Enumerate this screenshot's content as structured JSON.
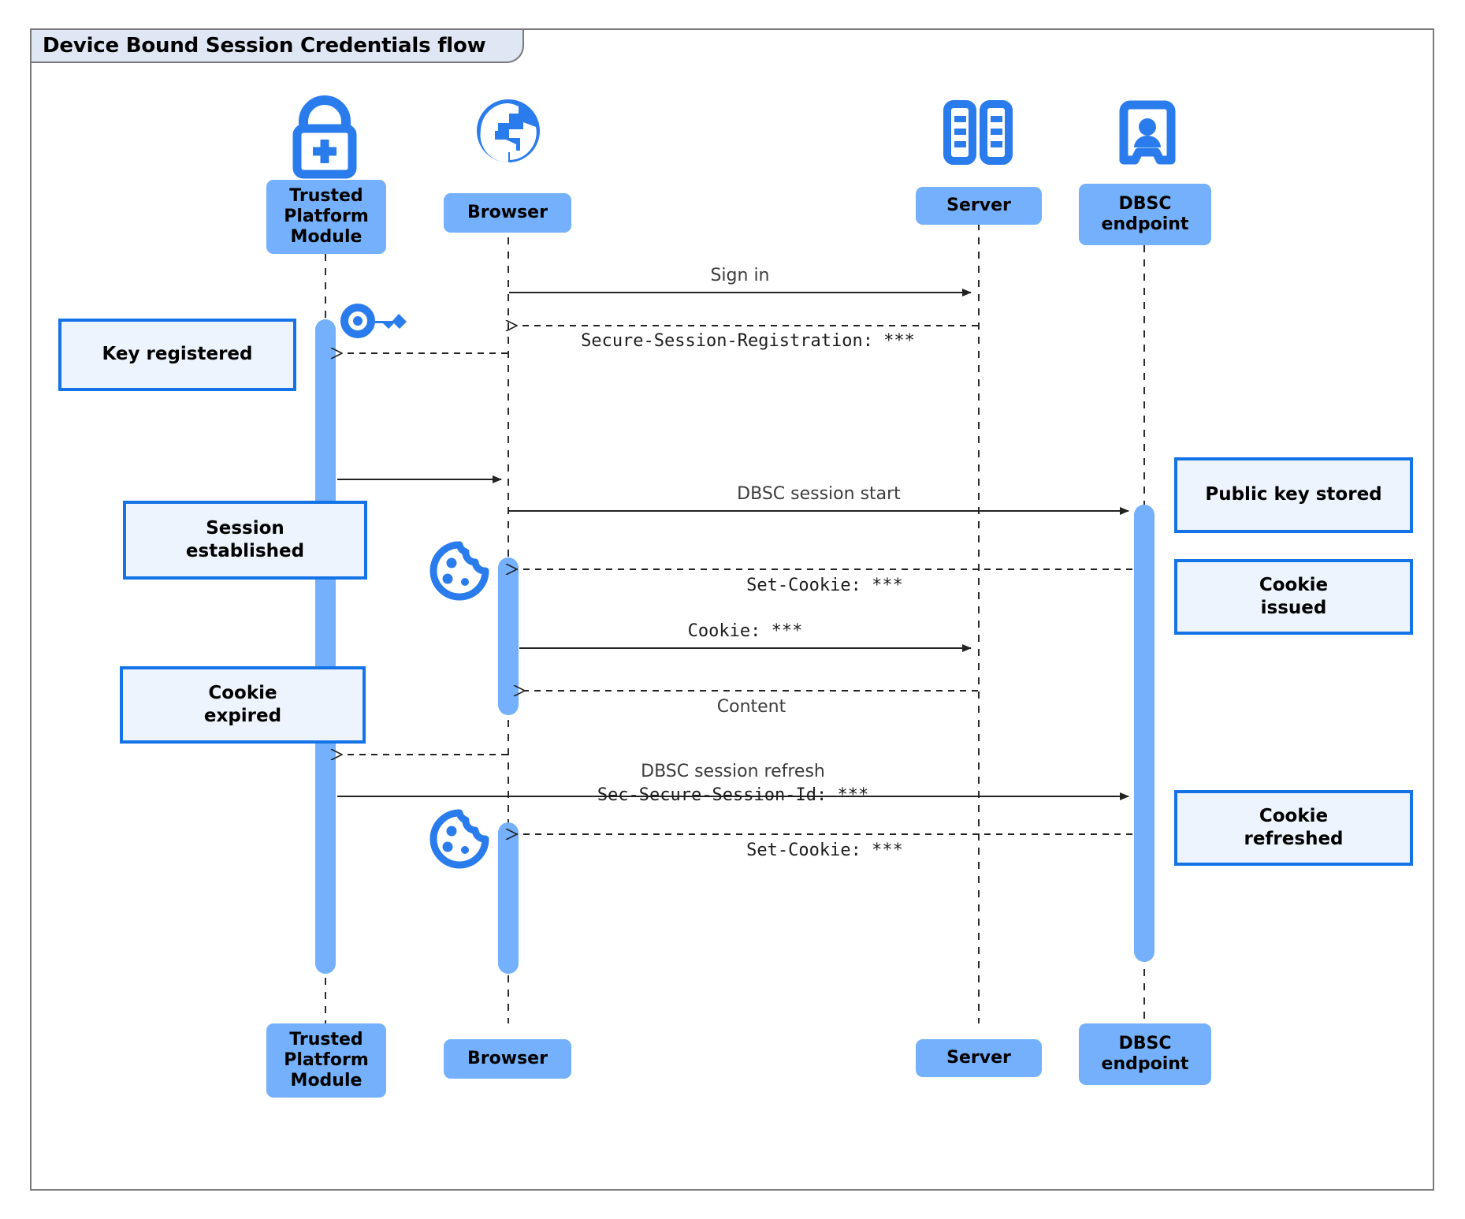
{
  "diagram": {
    "title": "Device Bound Session Credentials flow",
    "type": "uml-sequence-diagram",
    "colors": {
      "participant_fill": "#74b0fb",
      "note_fill": "#eef4fd",
      "note_border": "#1473e6",
      "icon_blue": "#2a7ced",
      "activation_fill": "#74b0fb",
      "frame_border": "#7a7a7a",
      "title_fill": "#dfe7f5"
    }
  },
  "participants": [
    {
      "id": "tpm",
      "label": "Trusted\nPlatform\nModule",
      "icon": "padlock-plus-icon"
    },
    {
      "id": "browser",
      "label": "Browser",
      "icon": "globe-icon"
    },
    {
      "id": "server",
      "label": "Server",
      "icon": "server-rack-icon"
    },
    {
      "id": "dbsc",
      "label": "DBSC\nendpoint",
      "icon": "id-badge-icon"
    }
  ],
  "messages": [
    {
      "id": "m1",
      "from": "browser",
      "to": "server",
      "style": "solid",
      "text": "Sign in",
      "font": "sans"
    },
    {
      "id": "m2",
      "from": "server",
      "to": "browser",
      "style": "dashed",
      "text": "Secure-Session-Registration: ***",
      "font": "mono"
    },
    {
      "id": "m3",
      "from": "browser",
      "to": "tpm",
      "style": "dashed",
      "text": "",
      "font": "sans"
    },
    {
      "id": "m4",
      "from": "tpm",
      "to": "browser",
      "style": "solid",
      "text": "",
      "font": "sans"
    },
    {
      "id": "m5",
      "from": "browser",
      "to": "dbsc",
      "style": "solid",
      "text": "DBSC session start",
      "font": "sans"
    },
    {
      "id": "m6",
      "from": "dbsc",
      "to": "browser",
      "style": "dashed",
      "text": "Set-Cookie: ***",
      "font": "mono"
    },
    {
      "id": "m7",
      "from": "browser",
      "to": "server",
      "style": "solid",
      "text": "Cookie: ***",
      "font": "mono"
    },
    {
      "id": "m8",
      "from": "server",
      "to": "browser",
      "style": "dashed",
      "text": "Content",
      "font": "sans"
    },
    {
      "id": "m9",
      "from": "browser",
      "to": "tpm",
      "style": "dashed",
      "text": "",
      "font": "sans"
    },
    {
      "id": "m10",
      "from": "tpm",
      "to": "dbsc",
      "style": "solid",
      "text": "DBSC session refresh",
      "text2": "Sec-Secure-Session-Id: ***",
      "font": "sans"
    },
    {
      "id": "m11",
      "from": "dbsc",
      "to": "browser",
      "style": "dashed",
      "text": "Set-Cookie: ***",
      "font": "mono"
    }
  ],
  "notes": [
    {
      "id": "n1",
      "text": "Key registered",
      "side": "left",
      "target": "tpm"
    },
    {
      "id": "n2",
      "text": "Session\nestablished",
      "side": "left",
      "target": "tpm"
    },
    {
      "id": "n3",
      "text": "Cookie\nexpired",
      "side": "left",
      "target": "tpm"
    },
    {
      "id": "n4",
      "text": "Public key stored",
      "side": "right",
      "target": "dbsc"
    },
    {
      "id": "n5",
      "text": "Cookie\nissued",
      "side": "right",
      "target": "dbsc"
    },
    {
      "id": "n6",
      "text": "Cookie\nrefreshed",
      "side": "right",
      "target": "dbsc"
    }
  ],
  "inline_icons": [
    {
      "id": "i1",
      "name": "key-icon",
      "near": "tpm"
    },
    {
      "id": "i2",
      "name": "cookie-icon",
      "near": "browser"
    },
    {
      "id": "i3",
      "name": "cookie-icon",
      "near": "browser"
    }
  ]
}
